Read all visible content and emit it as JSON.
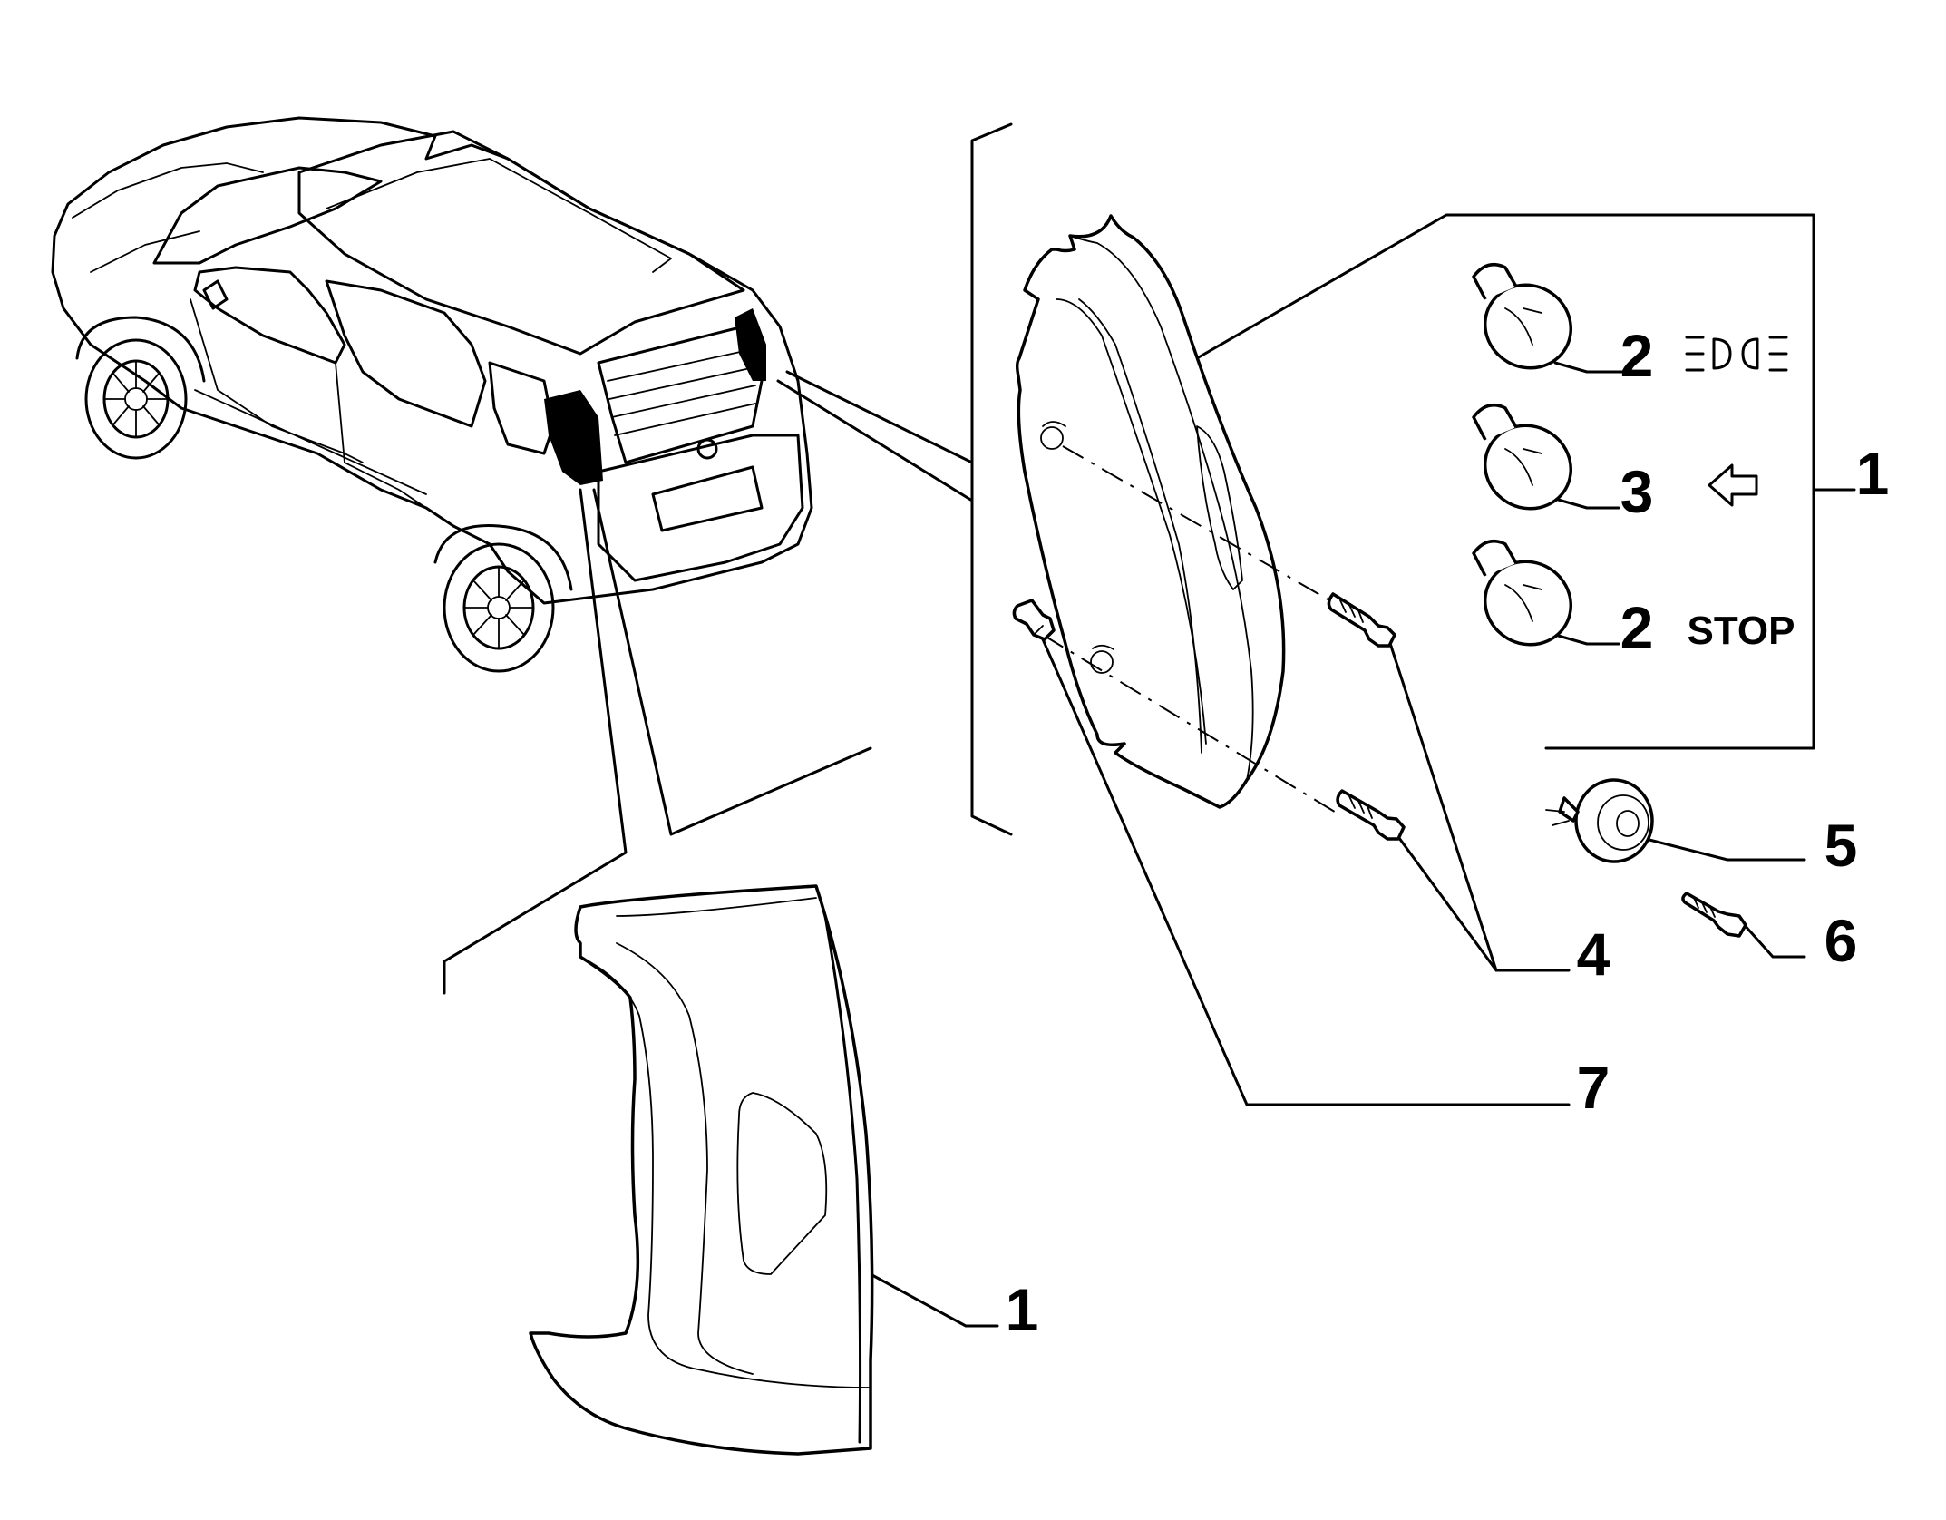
{
  "callouts": {
    "c1_bulb_group": "1",
    "c2_position": "2",
    "c3_indicator": "3",
    "c2_stop": "2",
    "c5": "5",
    "c6": "6",
    "c4": "4",
    "c7": "7",
    "c1_lamp": "1"
  },
  "legend": {
    "stop_label": "STOP"
  },
  "icons": {
    "position_light": "position-light-icon",
    "turn_indicator": "arrow-left-icon"
  }
}
